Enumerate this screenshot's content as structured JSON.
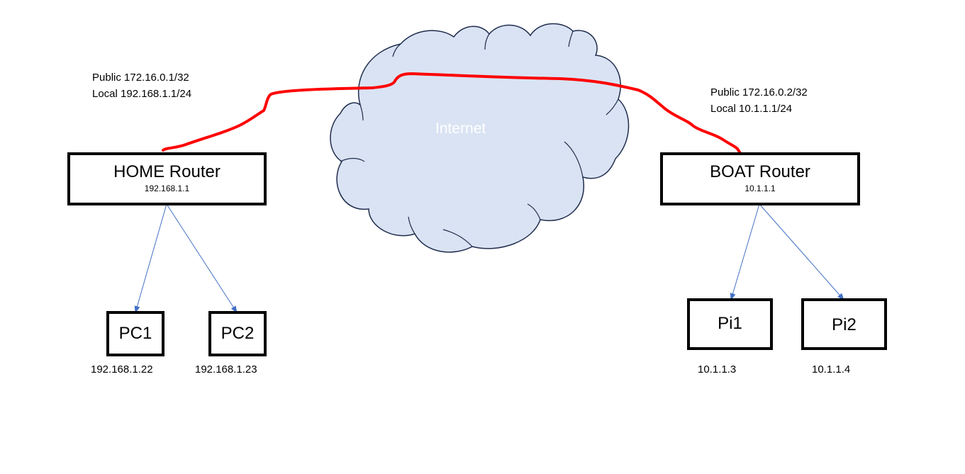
{
  "cloud": {
    "label": "Internet",
    "fill": "#dae3f3",
    "stroke": "#1f2d4d"
  },
  "home": {
    "router_name": "HOME Router",
    "router_ip": "192.168.1.1",
    "public_line": "Public 172.16.0.1/32",
    "local_line": "Local 192.168.1.1/24",
    "devices": [
      {
        "name": "PC1",
        "ip": "192.168.1.22"
      },
      {
        "name": "PC2",
        "ip": "192.168.1.23"
      }
    ]
  },
  "boat": {
    "router_name": "BOAT Router",
    "router_ip": "10.1.1.1",
    "public_line": "Public 172.16.0.2/32",
    "local_line": "Local 10.1.1.1/24",
    "devices": [
      {
        "name": "Pi1",
        "ip": "10.1.1.3"
      },
      {
        "name": "Pi2",
        "ip": "10.1.1.4"
      }
    ]
  },
  "colors": {
    "tunnel": "#ff0000",
    "arrow": "#4472c4",
    "border": "#000000"
  }
}
